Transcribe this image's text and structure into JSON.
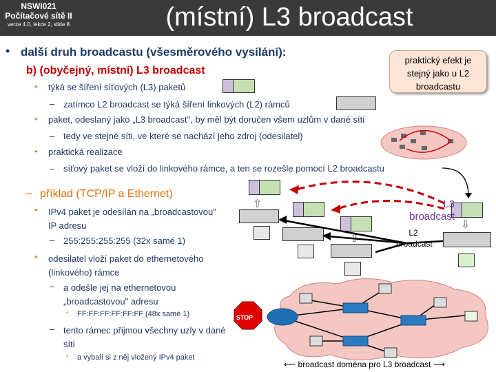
{
  "header": {
    "course_code": "NSWI021",
    "course_name": "Počítačové sítě II",
    "version": "verze 4.0, lekce  2, slide 8",
    "title": "(místní) L3 broadcast"
  },
  "callout": {
    "text": "praktický efekt je stejný jako u L2 broadcastu"
  },
  "bullets": {
    "main": "další druh broadcastu (všesměrového vysílání):",
    "b_label": "b)  (obyčejný, místní) L3 broadcast",
    "b1": "týká se šíření síťových (L3) paketů",
    "b1_sub": "zatímco L2 broadcast se týká šíření linkových (L2) rámců",
    "b2": "paket, odeslaný jako „L3 broadcast\", by měl být doručen všem uzlům v dané síti",
    "b2_sub": "tedy ve stejné síti, ve které se nachází jeho zdroj (odesilatel)",
    "b3": "praktická realizace",
    "b3_sub": "síťový paket se vloží do linkového rámce, a ten se rozešle pomocí L2 broadcastu",
    "example": "příklad (TCP/IP a Ethernet)",
    "e1": "IPv4 paket je odesílán na „broadcastovou\" IP adresu",
    "e1_sub": "255:255:255:255 (32x samé 1)",
    "e2": "odesilatel vloží paket do ethernetového (linkového) rámce",
    "e2_sub": "a odešle jej na ethernetovou „broadcastovou\" adresu",
    "e2_sub_sub": "FF:FF:FF:FF:FF:FF (48x samé 1)",
    "e3": "tento rámec přijmou všechny uzly v dané síti",
    "e3_sub": "a vybalí si z něj vložený IPv4 paket"
  },
  "diagram": {
    "l3_label": "L3 broadcast",
    "l2_label": "L2 broadcast",
    "stop_label": "STOP",
    "domain_label": "broadcast doména pro L3 broadcast"
  },
  "colors": {
    "header": "#3a3a3a",
    "text": "#1f3864",
    "red": "#c00000",
    "orange": "#e36c09"
  }
}
